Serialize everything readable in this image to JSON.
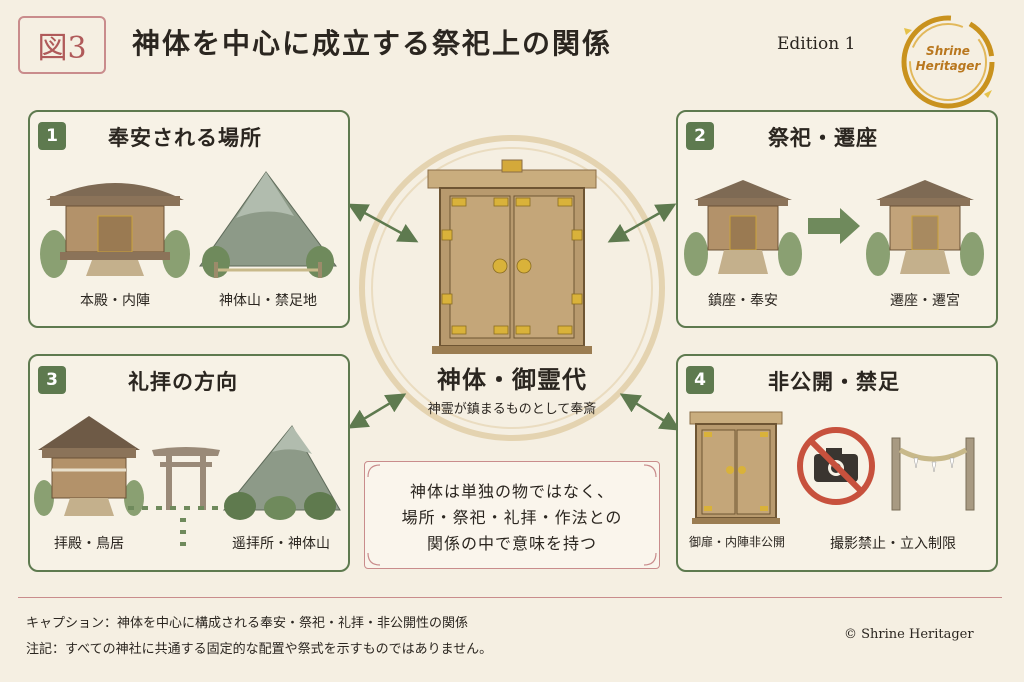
{
  "figure_label": "図3",
  "title": "神体を中心に成立する祭祀上の関係",
  "edition": "Edition 1",
  "logo": {
    "line1": "Shrine",
    "line2": "Heritager"
  },
  "center": {
    "title": "神体・御霊代",
    "subtitle": "神霊が鎮まるものとして奉斎"
  },
  "panels": [
    {
      "number": "1",
      "title": "奉安される場所",
      "labels": [
        "本殿・内陣",
        "神体山・禁足地"
      ]
    },
    {
      "number": "2",
      "title": "祭祀・遷座",
      "labels": [
        "鎮座・奉安",
        "遷座・遷宮"
      ]
    },
    {
      "number": "3",
      "title": "礼拝の方向",
      "labels": [
        "拝殿・鳥居",
        "遥拝所・神体山"
      ]
    },
    {
      "number": "4",
      "title": "非公開・禁足",
      "labels": [
        "御扉・内陣非公開",
        "撮影禁止・立入制限"
      ]
    }
  ],
  "note": {
    "lines": [
      "神体は単独の物ではなく、",
      "場所・祭祀・礼拝・作法との",
      "関係の中で意味を持つ"
    ]
  },
  "caption": "キャプション：神体を中心に構成される奉安・祭祀・礼拝・非公開性の関係",
  "remark": "注記：すべての神社に共通する固定的な配置や祭式を示すものではありません。",
  "copyright": "© Shrine Heritager",
  "colors": {
    "panel_border": "#5e7a4f",
    "accent_pink": "#c98c8c",
    "gold": "#c9a23a",
    "wood": "#b89a6e"
  }
}
